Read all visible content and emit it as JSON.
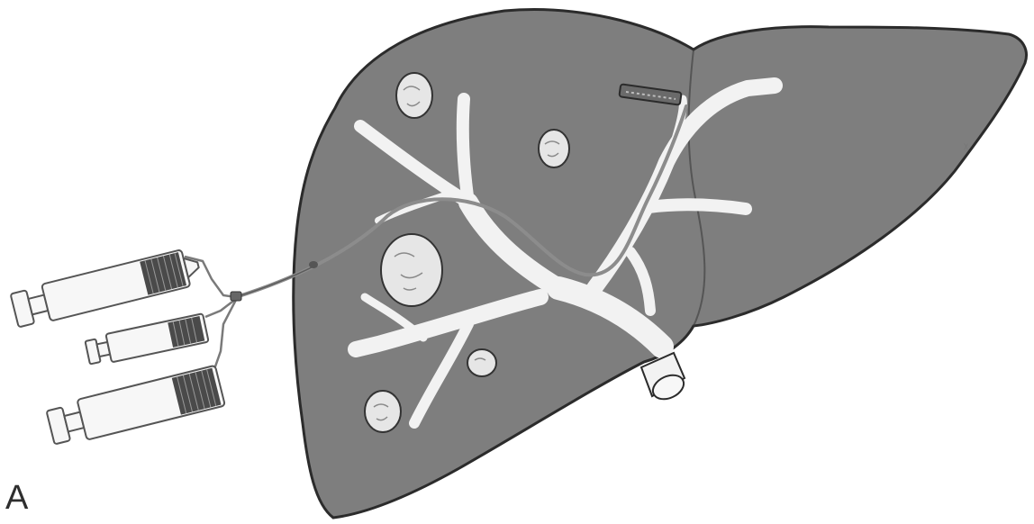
{
  "figure": {
    "panel_label": "A",
    "colors": {
      "liver_fill": "#7e7e7e",
      "outline": "#2b2b2b",
      "vessel_fill": "#f2f2f2",
      "catheter": "#8c8c8c",
      "syringe_barrel": "#f7f7f7",
      "syringe_plunger": "#4a4a4a",
      "lesion_fill": "#e6e6e6",
      "background": "#ffffff"
    },
    "elements": {
      "liver": "liver-organ",
      "portal_vessels": "portal-vein-tree",
      "lesions": "tumor-nodules",
      "catheter": "infusion-catheter",
      "syringes": [
        "syringe-top",
        "syringe-middle",
        "syringe-bottom"
      ],
      "clamp": "vessel-clamp",
      "tube": "vessel-stump-tube"
    }
  }
}
